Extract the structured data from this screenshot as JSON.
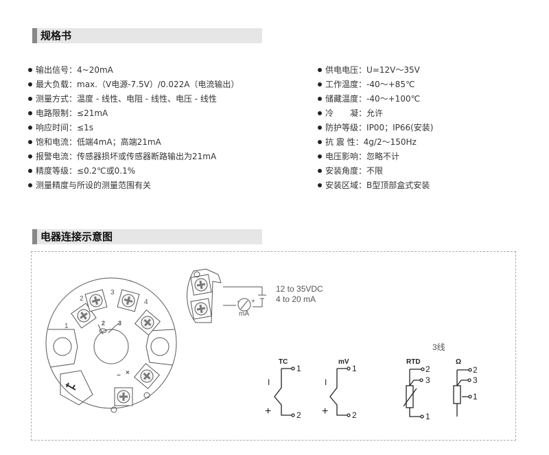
{
  "spec_section": {
    "title": "规格书"
  },
  "left_specs": [
    {
      "label": "输出信号",
      "value": "4~20mA"
    },
    {
      "label": "最大负载",
      "value": "max.（V电源-7.5V）/0.022A（电流输出）"
    },
    {
      "label": "测量方式",
      "value": "温度 - 线性、电阻 - 线性、电压 - 线性"
    },
    {
      "label": "电路限制",
      "value": "≤21mA"
    },
    {
      "label": "响应时间",
      "value": "≤1s"
    },
    {
      "label": "饱和电流",
      "value": "低端4mA；高端21mA"
    },
    {
      "label": "报警电流",
      "value": "传感器损坏或传感器断路输出为21mA"
    },
    {
      "label": "精度等级",
      "value": "≤0.2℃或0.1%"
    },
    {
      "label": "",
      "value": "测量精度与所设的测量范围有关"
    }
  ],
  "right_specs": [
    {
      "label": "供电电压",
      "value": "U=12V～35V"
    },
    {
      "label": "工作温度",
      "value": "-40～+85℃"
    },
    {
      "label": "储藏温度",
      "value": "-40～+100℃"
    },
    {
      "label": "冷　　凝",
      "value": "允许"
    },
    {
      "label": "防护等级",
      "value": "IP00；IP66(安装)"
    },
    {
      "label": "抗 震 性",
      "value": "4g/2～150Hz"
    },
    {
      "label": "电压影响",
      "value": "忽略不计"
    },
    {
      "label": "安装角度",
      "value": "不限"
    },
    {
      "label": "安装区域",
      "value": "B型顶部盒式安装"
    }
  ],
  "wiring_section": {
    "title": "电器连接示意图",
    "terminal_numbers": [
      "1",
      "2",
      "3",
      "4"
    ],
    "supply_line1": "12 to 35VDC",
    "supply_line2": "4 to 20 mA",
    "meter_label": "mA",
    "three_wire_label": "3线",
    "tc": {
      "title": "TC",
      "pin_top": "1",
      "pin_bottom": "2",
      "minus": "I",
      "plus": "+"
    },
    "mv": {
      "title": "mV",
      "pin_top": "1",
      "pin_bottom": "2",
      "minus": "I",
      "plus": "+"
    },
    "rtd": {
      "title": "RTD",
      "pin_top": "2",
      "pin_mid": "3",
      "pin_bottom": "1"
    },
    "ohm": {
      "title": "Ω",
      "pin_top": "2",
      "pin_mid": "3",
      "pin_wiper": "1"
    }
  }
}
